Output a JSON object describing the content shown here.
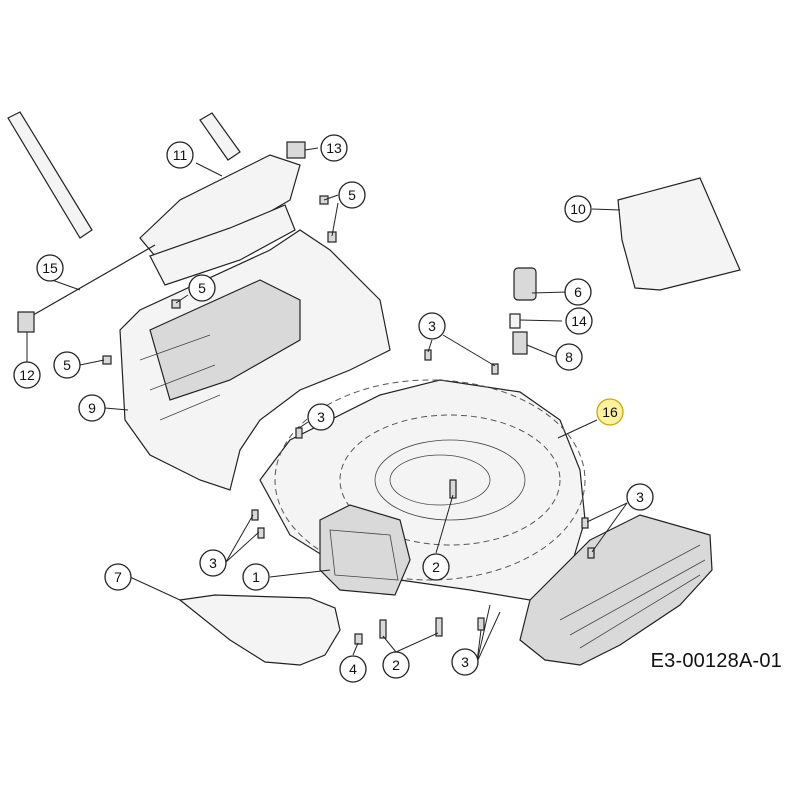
{
  "drawing_code": "E3-00128A-01",
  "callouts": [
    "1",
    "2",
    "3",
    "4",
    "5",
    "6",
    "7",
    "8",
    "9",
    "10",
    "11",
    "12",
    "13",
    "14",
    "15",
    "16"
  ],
  "colors": {
    "highlight_fill": "#fff2a0",
    "highlight_stroke": "#c9a800",
    "line": "#222222"
  }
}
